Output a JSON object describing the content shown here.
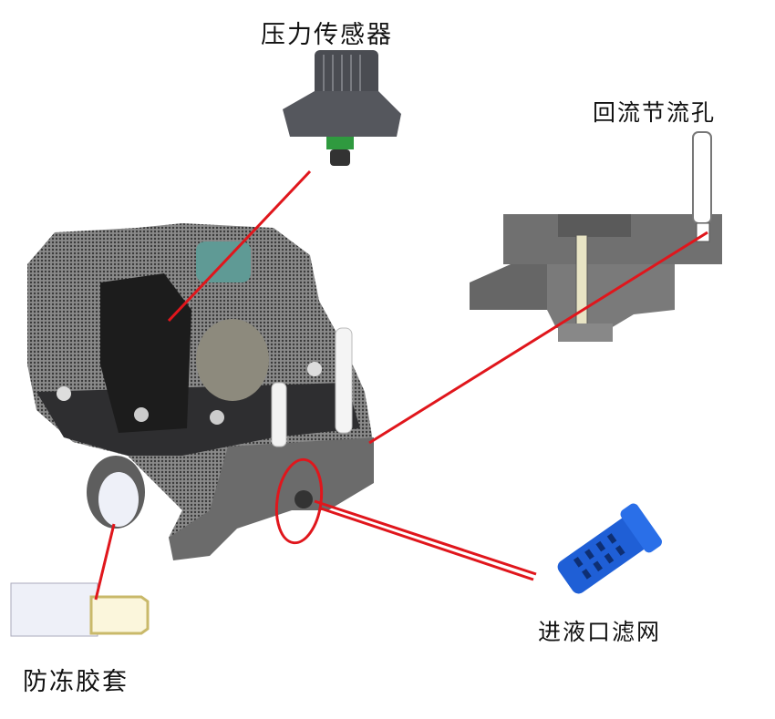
{
  "labels": {
    "pressure_sensor": "压力传感器",
    "return_orifice": "回流节流孔",
    "inlet_filter": "进液口滤网",
    "antifreeze_sleeve": "防冻胶套"
  },
  "colors": {
    "leader_line": "#e0161c",
    "housing": "#6b6b6b",
    "filter": "#1f5fd6"
  }
}
